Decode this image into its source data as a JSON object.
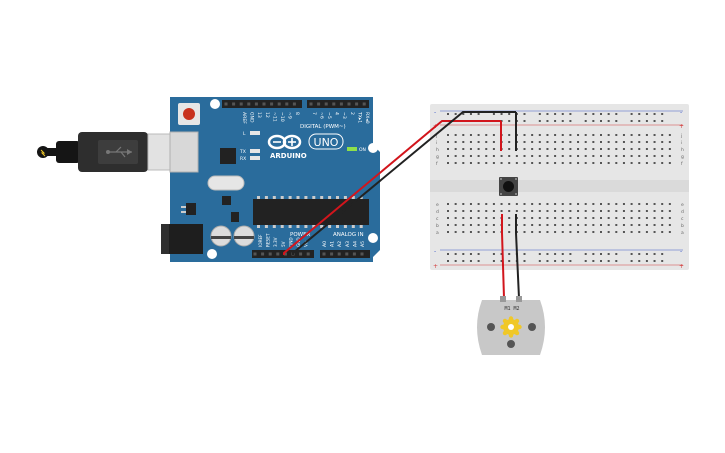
{
  "arduino": {
    "brand": "ARDUINO",
    "model": "UNO",
    "digital_label": "DIGITAL (PWM~)",
    "power_label": "POWER",
    "analog_label": "ANALOG IN",
    "on_label": "ON",
    "tx_label": "TX",
    "rx_label": "RX",
    "l_label": "L",
    "digital_pins": [
      "AREF",
      "GND",
      "13",
      "12",
      "~11",
      "~10",
      "~9",
      "8",
      "7",
      "~6",
      "~5",
      "4",
      "~3",
      "2",
      "TX▸1",
      "RX◂0"
    ],
    "power_pins": [
      "IOREF",
      "RESET",
      "3.3V",
      "5V",
      "GND",
      "GND",
      "Vin"
    ],
    "analog_pins": [
      "A0",
      "A1",
      "A2",
      "A3",
      "A4",
      "A5"
    ]
  },
  "breadboard": {
    "row_letters_top": [
      "j",
      "i",
      "h",
      "g",
      "f"
    ],
    "row_letters_bottom": [
      "e",
      "d",
      "c",
      "b",
      "a"
    ],
    "rail_minus": "-",
    "rail_plus": "+"
  },
  "motor": {
    "terminal_label": "M1 M2"
  },
  "colors": {
    "arduino_board": "#2a6c9c",
    "breadboard": "#e6e6e6",
    "wire_red": "#d2151c",
    "wire_black": "#222222",
    "rail_red": "#d23c3c",
    "rail_blue": "#3c5ac8",
    "motor_body": "#c8c8c8",
    "motor_gear": "#f0c828"
  }
}
